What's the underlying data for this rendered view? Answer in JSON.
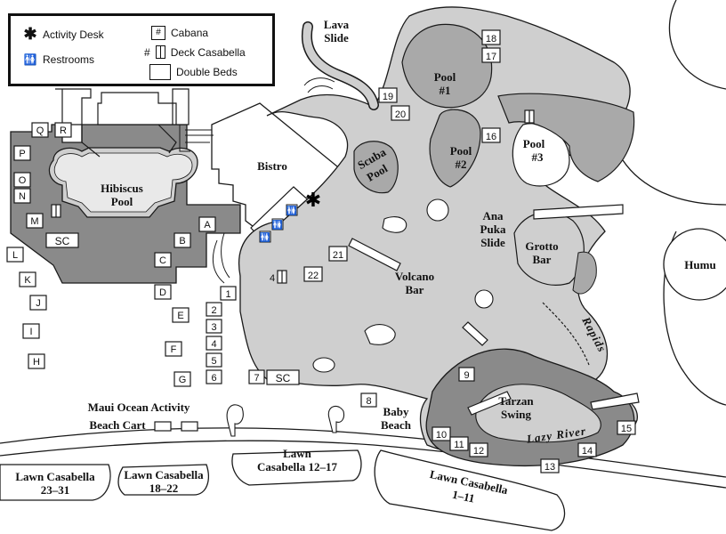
{
  "legend": {
    "activity_desk": {
      "symbol": "✱",
      "label": "Activity Desk"
    },
    "restrooms": {
      "symbol": "🚻",
      "label": "Restrooms"
    },
    "cabana": {
      "symbol": "#",
      "label": "Cabana"
    },
    "deck_casabella": {
      "symbol": "#",
      "label": "Deck Casabella"
    },
    "double_beds": {
      "label": "Double Beds"
    }
  },
  "areas": {
    "lava_slide": [
      "Lava",
      "Slide"
    ],
    "pool1": [
      "Pool",
      "#1"
    ],
    "pool2": [
      "Pool",
      "#2"
    ],
    "pool3": [
      "Pool",
      "#3"
    ],
    "scuba_pool": [
      "Scuba",
      "Pool"
    ],
    "hibiscus_pool": [
      "Hibiscus",
      "Pool"
    ],
    "bistro": "Bistro",
    "ana_puka_slide": [
      "Ana",
      "Puka",
      "Slide"
    ],
    "grotto_bar": [
      "Grotto",
      "Bar"
    ],
    "humu": "Humu",
    "volcano_bar": [
      "Volcano",
      "Bar"
    ],
    "rapids": "Rapids",
    "tarzan_swing": [
      "Tarzan",
      "Swing"
    ],
    "lazy_river": "Lazy River",
    "baby_beach": [
      "Baby",
      "Beach"
    ],
    "maui_ocean_activity": [
      "Maui Ocean Activity",
      "Beach Cart"
    ]
  },
  "lawns": {
    "l23_31": [
      "Lawn Casabella",
      "23–31"
    ],
    "l18_22": [
      "Lawn Casabella",
      "18–22"
    ],
    "l12_17": [
      "Lawn",
      "Casabella 12–17"
    ],
    "l1_11": [
      "Lawn Casabella",
      "1–11"
    ]
  },
  "cabanas": {
    "c1": "1",
    "c2": "2",
    "c3": "3",
    "c4": "4",
    "c5": "5",
    "c6": "6",
    "c7": "7",
    "c8": "8",
    "c9": "9",
    "c10": "10",
    "c11": "11",
    "c12": "12",
    "c13": "13",
    "c14": "14",
    "c15": "15",
    "c16": "16",
    "c17": "17",
    "c18": "18",
    "c19": "19",
    "c20": "20",
    "c21": "21",
    "c22": "22",
    "sc1": "SC",
    "sc2": "SC"
  },
  "deck_labels": {
    "d4": "4"
  },
  "beds": {
    "A": "A",
    "B": "B",
    "C": "C",
    "D": "D",
    "E": "E",
    "F": "F",
    "G": "G",
    "H": "H",
    "I": "I",
    "J": "J",
    "K": "K",
    "L": "L",
    "M": "M",
    "N": "N",
    "O": "O",
    "P": "P",
    "Q": "Q",
    "R": "R"
  },
  "colors": {
    "water": "#cfcfcf",
    "deck": "#8a8a8a",
    "deep_water": "#a9a9a9",
    "line": "#1a1a1a"
  }
}
